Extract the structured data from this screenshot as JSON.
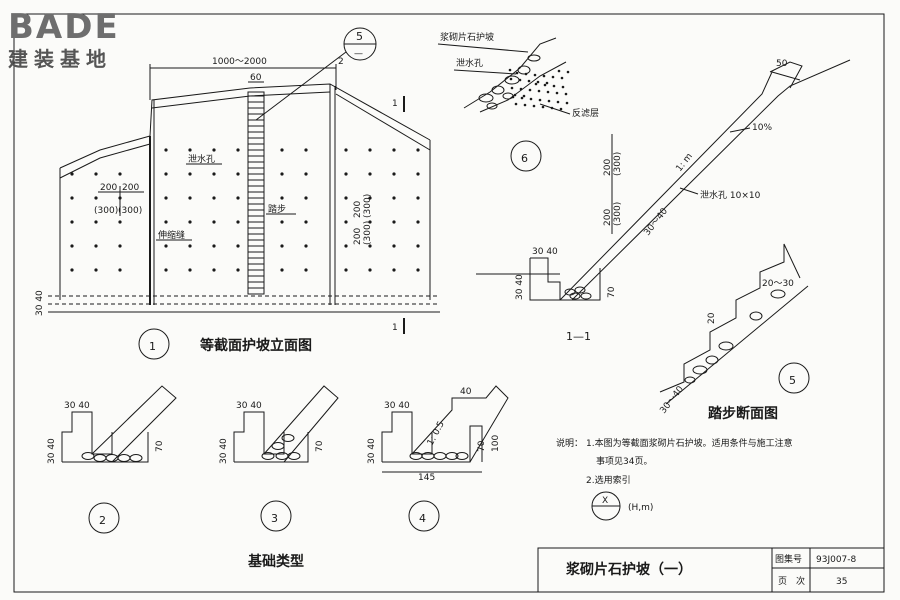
{
  "logo": {
    "brand": "BADE",
    "subtitle": "建装基地"
  },
  "title_block": {
    "title": "浆砌片石护坡（一）",
    "atlas_label": "图集号",
    "atlas_value": "93J007-8",
    "page_label": "页　次",
    "page_value": "35"
  },
  "elevation": {
    "caption": "等截面护坡立面图",
    "index_number": "1",
    "callout_top": "5",
    "callout_bottom": "—",
    "width_dim": "1000～2000",
    "step_width": "60",
    "dim_2": "2",
    "dim_200a": "200",
    "dim_200b": "200",
    "dim_300a": "(300)",
    "dim_300b": "(300)",
    "vert_200a": "200",
    "vert_200b": "200",
    "vert_300a": "(300)",
    "vert_300b": "(300)",
    "drain_hole": "泄水孔",
    "joint": "伸缩缝",
    "steps": "踏步",
    "base_dims": "30 40",
    "section_mark": "1"
  },
  "detail6": {
    "number": "6",
    "masonry": "浆砌片石护坡",
    "drain": "泄水孔",
    "filter": "反滤层"
  },
  "section11": {
    "label": "1—1",
    "top_width": "50",
    "slope_pct": "10%",
    "ratio": "1: m",
    "dim_200a": "200",
    "dim_300a": "(300)",
    "dim_200b": "200",
    "dim_300b": "(300)",
    "thickness": "30～40",
    "drain_hole": "泄水孔 10×10",
    "base_dims": "30 40",
    "base_left": "30 40",
    "base_h": "70"
  },
  "detail5": {
    "number": "5",
    "caption": "踏步断面图",
    "top_dim": "20～30",
    "step_dim": "20",
    "thickness": "30～40"
  },
  "foundations": {
    "caption": "基础类型",
    "items": [
      {
        "number": "2",
        "top": "30  40",
        "left": "30 40",
        "h": "70"
      },
      {
        "number": "3",
        "top": "30  40",
        "left": "30 40",
        "h": "70"
      },
      {
        "number": "4",
        "top": "30  40",
        "left": "30 40",
        "h": "70",
        "h2": "100",
        "ratio": "1: 0.5",
        "width": "145",
        "ledge": "40"
      }
    ]
  },
  "notes": {
    "label": "说明：",
    "line1": "1.本图为等截面浆砌片石护坡。适用条件与施工注意",
    "line2": "事项见34页。",
    "line3": "2.选用索引",
    "index_symbol": "X",
    "index_params": "(H,m)"
  }
}
